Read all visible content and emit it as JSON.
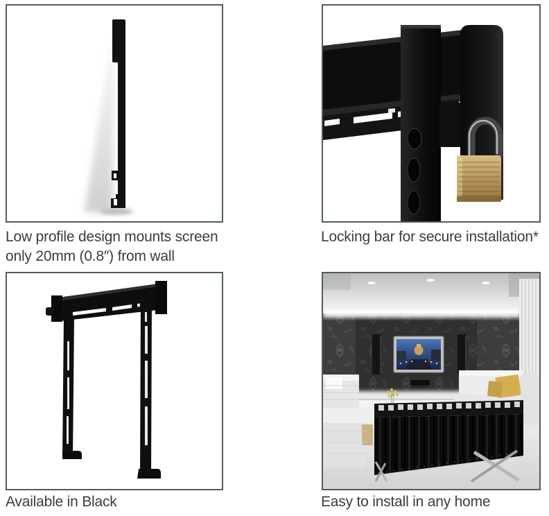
{
  "theme": {
    "page_bg": "#ffffff",
    "panel_border": "#4e5c60",
    "caption_color": "#3c3c3c",
    "mount_black": "#121212",
    "brass": "#c2a360"
  },
  "features": [
    {
      "name": "low-profile-design",
      "image": "wall-mount-side-profile",
      "caption_lines": [
        "Low profile design mounts screen",
        "only 20mm (0.8″) from wall"
      ]
    },
    {
      "name": "locking-bar",
      "image": "locking-bar-with-brass-padlock-closeup",
      "caption_lines": [
        "Locking bar for secure installation*"
      ]
    },
    {
      "name": "available-in-black",
      "image": "black-tv-wall-mount-bracket",
      "caption_lines": [
        "Available in Black"
      ]
    },
    {
      "name": "easy-install",
      "image": "modern-living-room-with-wall-mounted-tv",
      "caption_lines": [
        "Easy to install in any home"
      ]
    }
  ]
}
